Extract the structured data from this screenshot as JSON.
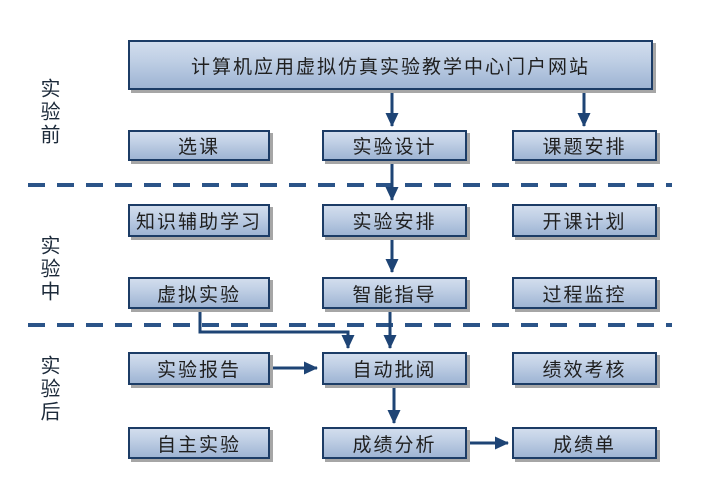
{
  "diagram": {
    "type": "flowchart",
    "phases": {
      "before": "实验前",
      "during": "实验中",
      "after": "实验后"
    },
    "nodes": {
      "portal": "计算机应用虚拟仿真实验教学中心门户网站",
      "course_selection": "选课",
      "experiment_design": "实验设计",
      "topic_arrangement": "课题安排",
      "knowledge_assisted_learning": "知识辅助学习",
      "experiment_arrangement": "实验安排",
      "course_plan": "开课计划",
      "virtual_experiment": "虚拟实验",
      "intelligent_guidance": "智能指导",
      "process_monitoring": "过程监控",
      "experiment_report": "实验报告",
      "auto_grading": "自动批阅",
      "performance_assessment": "绩效考核",
      "self_experiment": "自主实验",
      "score_analysis": "成绩分析",
      "transcript": "成绩单"
    },
    "edges": [
      {
        "from": "portal",
        "to": "experiment_design",
        "style": "arrow-down"
      },
      {
        "from": "portal",
        "to": "topic_arrangement",
        "style": "arrow-down"
      },
      {
        "from": "experiment_design",
        "to": "experiment_arrangement",
        "style": "arrow-down"
      },
      {
        "from": "experiment_arrangement",
        "to": "intelligent_guidance",
        "style": "arrow-down"
      },
      {
        "from": "intelligent_guidance",
        "to": "auto_grading",
        "style": "arrow-down"
      },
      {
        "from": "virtual_experiment",
        "to": "auto_grading",
        "style": "elbow-down-right-down"
      },
      {
        "from": "experiment_report",
        "to": "auto_grading",
        "style": "arrow-right"
      },
      {
        "from": "auto_grading",
        "to": "score_analysis",
        "style": "arrow-down"
      },
      {
        "from": "score_analysis",
        "to": "transcript",
        "style": "arrow-right"
      }
    ],
    "separators": [
      {
        "between": [
          "before",
          "during"
        ],
        "style": "dashed"
      },
      {
        "between": [
          "during",
          "after"
        ],
        "style": "dashed"
      }
    ],
    "colors": {
      "box_fill_top": "#d2dded",
      "box_fill_bottom": "#9fb5d4",
      "box_border": "#1c3c66",
      "box_shadow": "#a6a6a6",
      "arrow": "#1e4475",
      "dashed_line": "#2b5488",
      "text": "#1f1f1f",
      "background": "#ffffff"
    }
  }
}
